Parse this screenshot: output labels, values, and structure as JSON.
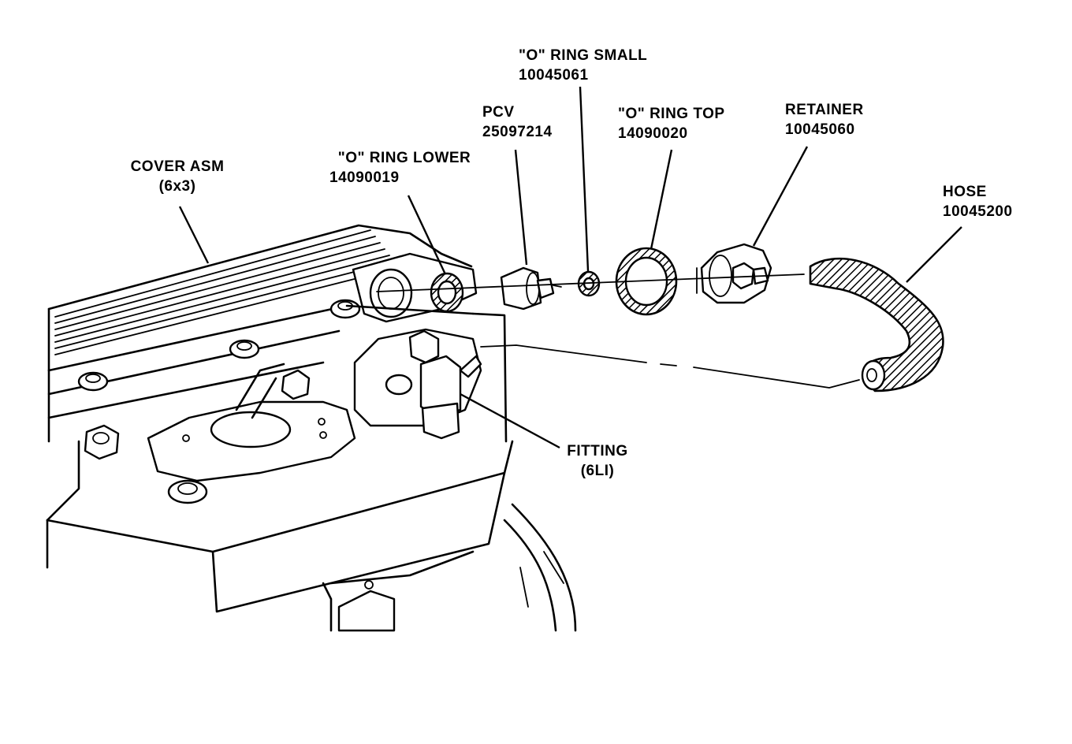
{
  "labels": {
    "cover": {
      "name": "COVER ASM",
      "number": "(6x3)"
    },
    "oring_lower": {
      "name": "\"O\" RING LOWER",
      "number": "14090019"
    },
    "pcv": {
      "name": "PCV",
      "number": "25097214"
    },
    "oring_small": {
      "name": "\"O\" RING SMALL",
      "number": "10045061"
    },
    "oring_top": {
      "name": "\"O\" RING TOP",
      "number": "14090020"
    },
    "retainer": {
      "name": "RETAINER",
      "number": "10045060"
    },
    "hose": {
      "name": "HOSE",
      "number": "10045200"
    },
    "fitting": {
      "name": "FITTING",
      "number": "(6LI)"
    }
  },
  "colors": {
    "ink": "#000000",
    "paper": "#ffffff"
  }
}
